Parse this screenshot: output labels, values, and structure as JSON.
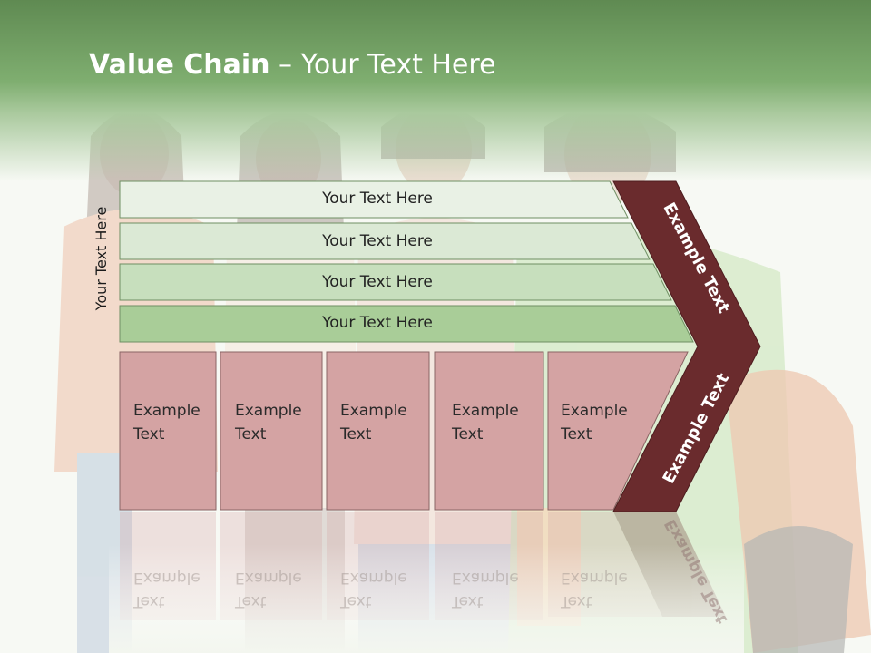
{
  "slide": {
    "title_bold": "Value Chain",
    "title_rest": " – Your Text Here",
    "side_label": "Your Text Here"
  },
  "bars": [
    {
      "label": "Your Text Here",
      "color": "#e9f1e5"
    },
    {
      "label": "Your Text Here",
      "color": "#dbe9d5"
    },
    {
      "label": "Your Text Here",
      "color": "#c7dfbd"
    },
    {
      "label": "Your Text Here",
      "color": "#a9cd98"
    }
  ],
  "columns": [
    {
      "line1": "Example",
      "line2": "Text"
    },
    {
      "line1": "Example",
      "line2": "Text"
    },
    {
      "line1": "Example",
      "line2": "Text"
    },
    {
      "line1": "Example",
      "line2": "Text"
    },
    {
      "line1": "Example",
      "line2": "Text"
    }
  ],
  "chevron": {
    "upper_label": "Example Text",
    "lower_label": "Example Text",
    "color": "#6a2b2d"
  },
  "column_color": "#d4a3a3"
}
